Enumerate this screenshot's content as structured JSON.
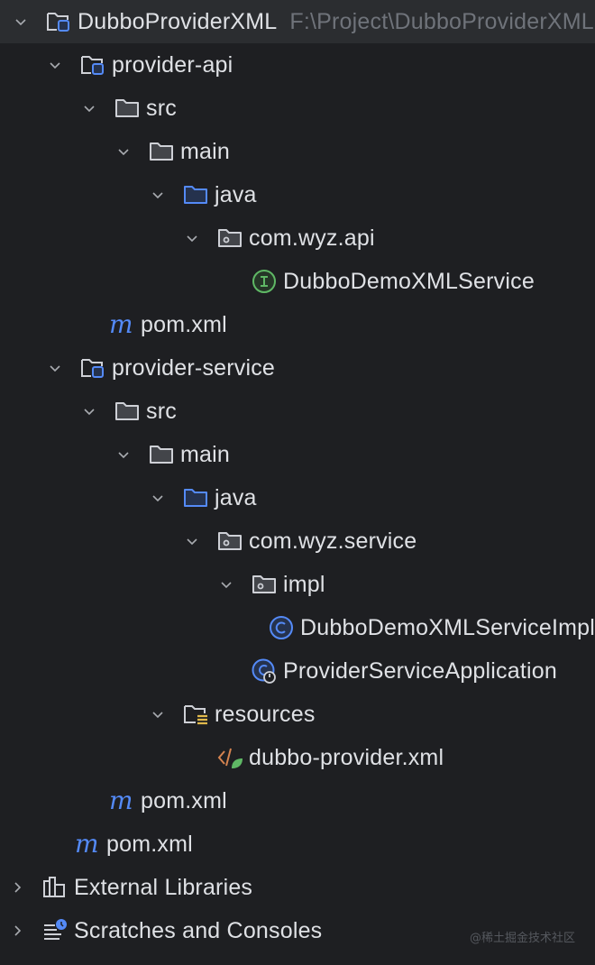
{
  "project_tree": {
    "root": {
      "label": "DubboProviderXML",
      "path": "F:\\Project\\DubboProviderXML",
      "icon": "module-folder-icon",
      "expanded": true
    },
    "items": [
      {
        "label": "provider-api",
        "icon": "module-folder-icon",
        "depth": 1,
        "expanded": true
      },
      {
        "label": "src",
        "icon": "folder-icon",
        "depth": 2,
        "expanded": true
      },
      {
        "label": "main",
        "icon": "folder-icon",
        "depth": 3,
        "expanded": true
      },
      {
        "label": "java",
        "icon": "source-folder-icon",
        "depth": 4,
        "expanded": true
      },
      {
        "label": "com.wyz.api",
        "icon": "package-icon",
        "depth": 5,
        "expanded": true
      },
      {
        "label": "DubboDemoXMLService",
        "icon": "interface-icon",
        "depth": 6
      },
      {
        "label": "pom.xml",
        "icon": "maven-icon",
        "depth": 2
      },
      {
        "label": "provider-service",
        "icon": "module-folder-icon",
        "depth": 1,
        "expanded": true
      },
      {
        "label": "src",
        "icon": "folder-icon",
        "depth": 2,
        "expanded": true
      },
      {
        "label": "main",
        "icon": "folder-icon",
        "depth": 3,
        "expanded": true
      },
      {
        "label": "java",
        "icon": "source-folder-icon",
        "depth": 4,
        "expanded": true
      },
      {
        "label": "com.wyz.service",
        "icon": "package-icon",
        "depth": 5,
        "expanded": true
      },
      {
        "label": "impl",
        "icon": "package-icon",
        "depth": 6,
        "expanded": true
      },
      {
        "label": "DubboDemoXMLServiceImpl",
        "icon": "class-icon",
        "depth": 7
      },
      {
        "label": "ProviderServiceApplication",
        "icon": "spring-boot-class-icon",
        "depth": 6
      },
      {
        "label": "resources",
        "icon": "resources-folder-icon",
        "depth": 4,
        "expanded": true
      },
      {
        "label": "dubbo-provider.xml",
        "icon": "spring-xml-icon",
        "depth": 5
      },
      {
        "label": "pom.xml",
        "icon": "maven-icon",
        "depth": 2
      },
      {
        "label": "pom.xml",
        "icon": "maven-icon",
        "depth": 1
      },
      {
        "label": "External Libraries",
        "icon": "libraries-icon",
        "depth": 0,
        "expanded": false
      },
      {
        "label": "Scratches and Consoles",
        "icon": "scratches-icon",
        "depth": 0,
        "expanded": false
      }
    ]
  },
  "colors": {
    "background": "#1e1f22",
    "selected_row": "#2b2d30",
    "text": "#dfe1e5",
    "path_text": "#6f737a",
    "accent_blue": "#548af7",
    "interface_green": "#5fb865"
  },
  "watermark": "@稀土掘金技术社区"
}
